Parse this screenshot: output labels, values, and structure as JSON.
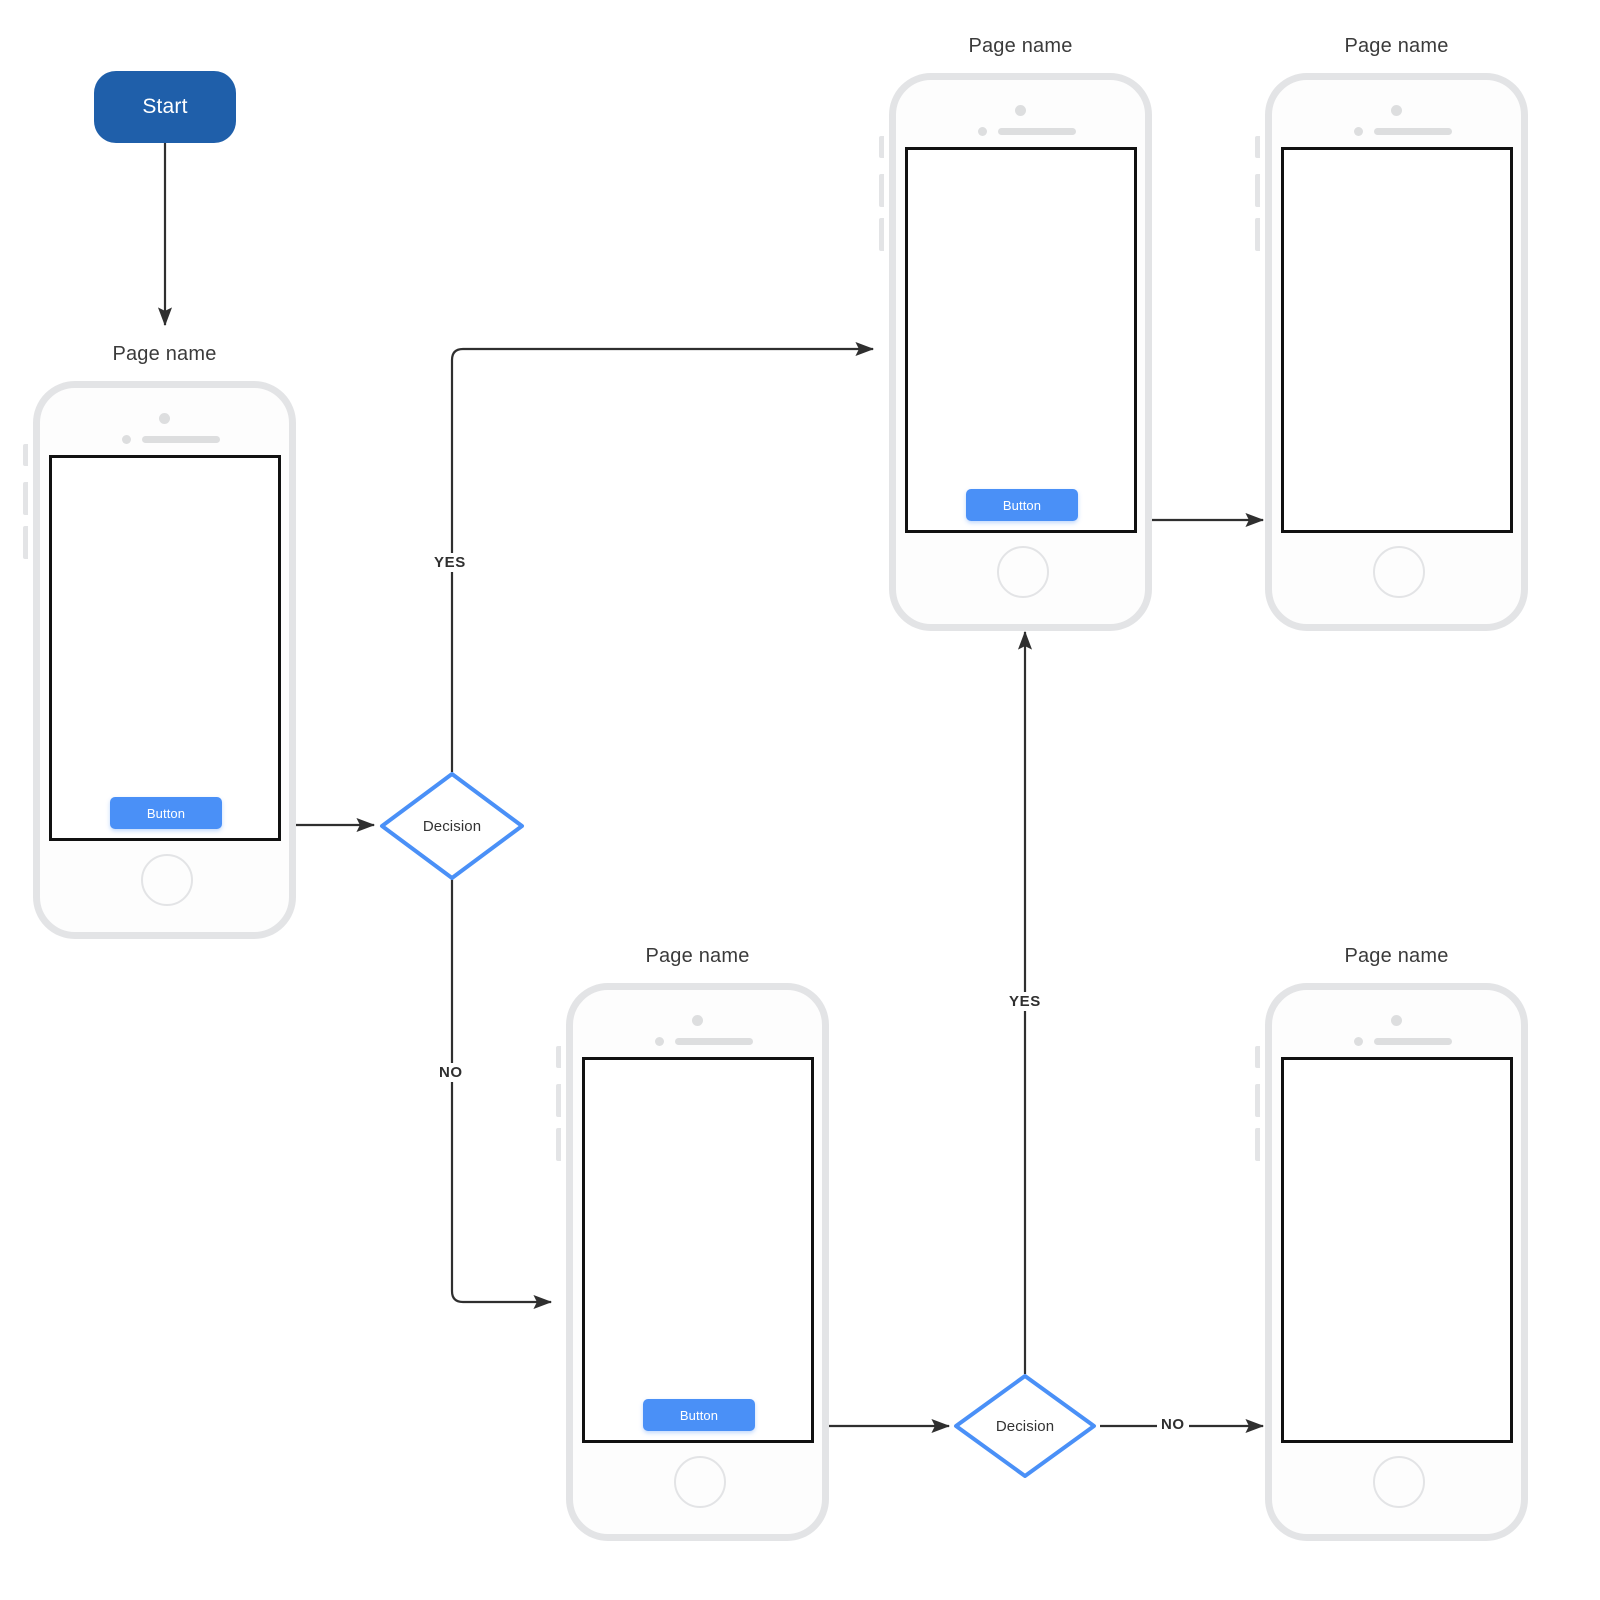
{
  "diagram": {
    "type": "user-flow-flowchart",
    "background": "#ffffff",
    "colors": {
      "start_fill": "#1f5faa",
      "start_text": "#ffffff",
      "decision_stroke": "#4a90f7",
      "decision_fill": "#ffffff",
      "button_fill": "#4a90f7",
      "button_text": "#ffffff",
      "phone_frame": "#e3e4e6",
      "screen_border": "#111111",
      "connector": "#2f2f2f",
      "label_text": "#3b3b3b"
    }
  },
  "start": {
    "label": "Start"
  },
  "screens": [
    {
      "id": "screen-1",
      "title": "Page name",
      "button": {
        "label": "Button",
        "present": true
      }
    },
    {
      "id": "screen-2",
      "title": "Page name",
      "button": {
        "label": "Button",
        "present": true
      }
    },
    {
      "id": "screen-3",
      "title": "Page name",
      "button": {
        "label": "",
        "present": false
      }
    },
    {
      "id": "screen-4",
      "title": "Page name",
      "button": {
        "label": "Button",
        "present": true
      }
    },
    {
      "id": "screen-5",
      "title": "Page name",
      "button": {
        "label": "",
        "present": false
      }
    }
  ],
  "decisions": [
    {
      "id": "decision-1",
      "label": "Decision"
    },
    {
      "id": "decision-2",
      "label": "Decision"
    }
  ],
  "edge_labels": {
    "d1_yes": "YES",
    "d1_no": "NO",
    "d2_yes": "YES",
    "d2_no": "NO"
  }
}
